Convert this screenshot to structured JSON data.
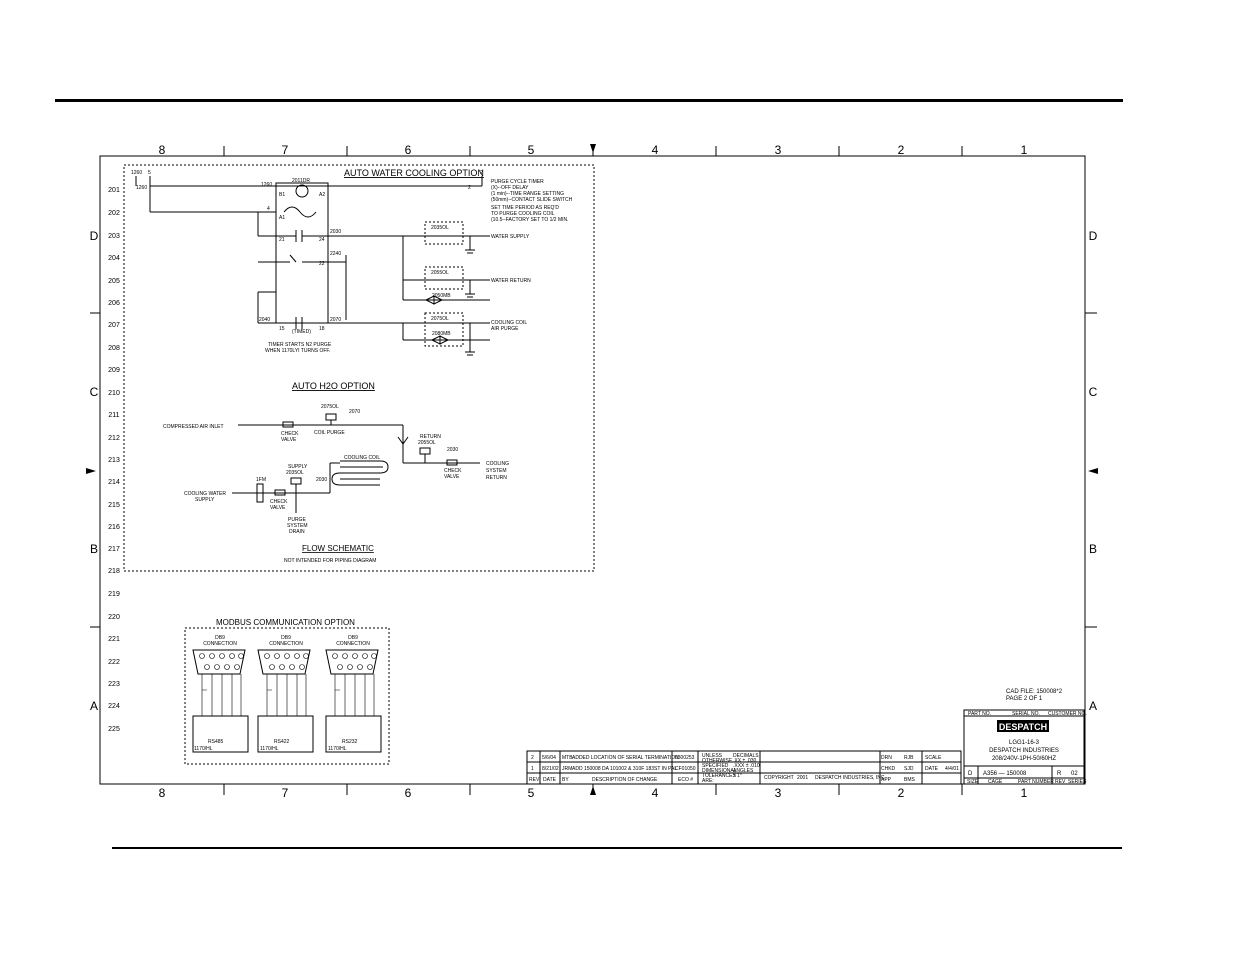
{
  "zones_top": [
    "8",
    "7",
    "6",
    "5",
    "4",
    "3",
    "2",
    "1"
  ],
  "zones_side": [
    "D",
    "C",
    "B",
    "A"
  ],
  "row_numbers": [
    "201",
    "202",
    "203",
    "204",
    "205",
    "206",
    "207",
    "208",
    "209",
    "210",
    "211",
    "212",
    "213",
    "214",
    "215",
    "216",
    "217",
    "218",
    "219",
    "220",
    "221",
    "222",
    "223",
    "224",
    "225"
  ],
  "water": {
    "title": "AUTO WATER COOLING OPTION",
    "wires": {
      "w1260": "1260",
      "w5": "5",
      "w2": "2",
      "w2030": "2030",
      "w2240": "2240",
      "w2040": "2040",
      "w2070": "2070",
      "w4": "4"
    },
    "relay": {
      "tag": "2011DR",
      "a1": "A1",
      "a2": "A2",
      "b1": "B1",
      "p21": "21",
      "p24": "24",
      "p22": "22",
      "p15": "15",
      "p18": "18",
      "timed": "(TIMED)"
    },
    "timer_note": [
      "PURGE CYCLE TIMER",
      "(X)--OFF DELAY",
      "(1 min)--TIME RANGE SETTING",
      "(50mm)--CONTACT SLIDE SWITCH",
      "SET TIME PERIOD AS REQ'D",
      "TO PURGE COOLING COIL",
      "(10.5--FACTORY SET TO 1/2 MIN."
    ],
    "note_n2": [
      "TIMER STARTS N2 PURGE",
      "WHEN 1170LYI TURNS OFF."
    ],
    "sol_supply": "2035OL",
    "sol_return": "2055OL",
    "sol_coil": "2075OL",
    "mov1": "2050MB",
    "mov2": "2080MB",
    "lbl_supply": "WATER SUPPLY",
    "lbl_return": "WATER RETURN",
    "lbl_coil": [
      "COOLING COIL",
      "AIR PURGE"
    ]
  },
  "h2o": {
    "title": "AUTO H2O OPTION",
    "compressed": "COMPRESSED AIR INLET",
    "check1": [
      "CHECK",
      "VALVE"
    ],
    "coil_purge": "COIL PURGE",
    "sol_2075": "2075OL",
    "w2070": "2070",
    "return_lbl": [
      "RETURN",
      "2055OL"
    ],
    "w2030b": "2030",
    "check2": [
      "CHECK",
      "VALVE"
    ],
    "cooling_return": [
      "COOLING",
      "SYSTEM",
      "RETURN"
    ],
    "cooling_coil": "COOLING COIL",
    "fm": "1FM",
    "supply_lbl": [
      "SUPPLY",
      "2035OL"
    ],
    "w2030": "2030",
    "cw_supply": [
      "COOLING WATER",
      "SUPPLY"
    ],
    "check3": [
      "CHECK",
      "VALVE"
    ],
    "purge_drain": [
      "PURGE",
      "SYSTEM",
      "DRAIN"
    ],
    "flow_title": "FLOW SCHEMATIC",
    "flow_note": "NOT INTENDED FOR PIPING DIAGRAM"
  },
  "modbus": {
    "title": "MODBUS COMMUNICATION OPTION",
    "blocks": [
      {
        "db": "DB9",
        "conn": "CONNECTION",
        "std": "RS485",
        "part": "1170/HL"
      },
      {
        "db": "DB9",
        "conn": "CONNECTION",
        "std": "RS422",
        "part": "1170/HL"
      },
      {
        "db": "DB9",
        "conn": "CONNECTION",
        "std": "RS232",
        "part": "1170/HL"
      }
    ]
  },
  "title_block": {
    "cad_file": "CAD FILE: 150008*2",
    "page": "PAGE 2 OF 1",
    "hdr": [
      "PART NO.",
      "SERIAL NO.",
      "CUSTOMER NO."
    ],
    "logo": "DESPATCH",
    "drawing_title": "LGG1-16-3",
    "company": "DESPATCH INDUSTRIES",
    "spec": "208/240V-1PH-50/60HZ",
    "size": "D",
    "number": "A356 — 150008",
    "rev_letter": "R",
    "rev": "02",
    "foot": [
      "SIZE",
      "CAGE",
      "PART NUMBER",
      "REV",
      "SERIES"
    ],
    "drawn": "DRN",
    "chkd": "CHKD",
    "appd": "APP",
    "drawn_by": "RJB",
    "chk_by": "SJD",
    "app_by": "BMS",
    "scale": "SCALE",
    "date_lbl": "DATE",
    "date": "4/4/01",
    "copyright": "COPYRIGHT",
    "copyright_year": "2001",
    "copyright_by": "DESPATCH INDUSTRIES, INC.",
    "tolerances": [
      "UNLESS",
      "OTHERWISE",
      "SPECIFIED",
      "DIMENSIONAL",
      "TOLERANCES",
      "ARE:"
    ],
    "decimals": [
      "DECIMALS",
      ".XX ± .030",
      ".XXX ± .010",
      "ANGLES",
      "± 1°"
    ],
    "rev_rows": [
      {
        "rev": "2",
        "date": "5/6/04",
        "by": "MTB",
        "desc": "ADDED LOCATION OF SERIAL TERMINATION",
        "eco": "0300253"
      },
      {
        "rev": "1",
        "date": "8/21/02",
        "by": "JRM",
        "desc": "ADD 150008 DA 101002 & 310F 183ST IN PAL",
        "eco": "CF01050"
      }
    ],
    "rev_hdr": [
      "REV",
      "DATE",
      "BY",
      "DESCRIPTION OF CHANGE",
      "ECO #"
    ]
  }
}
